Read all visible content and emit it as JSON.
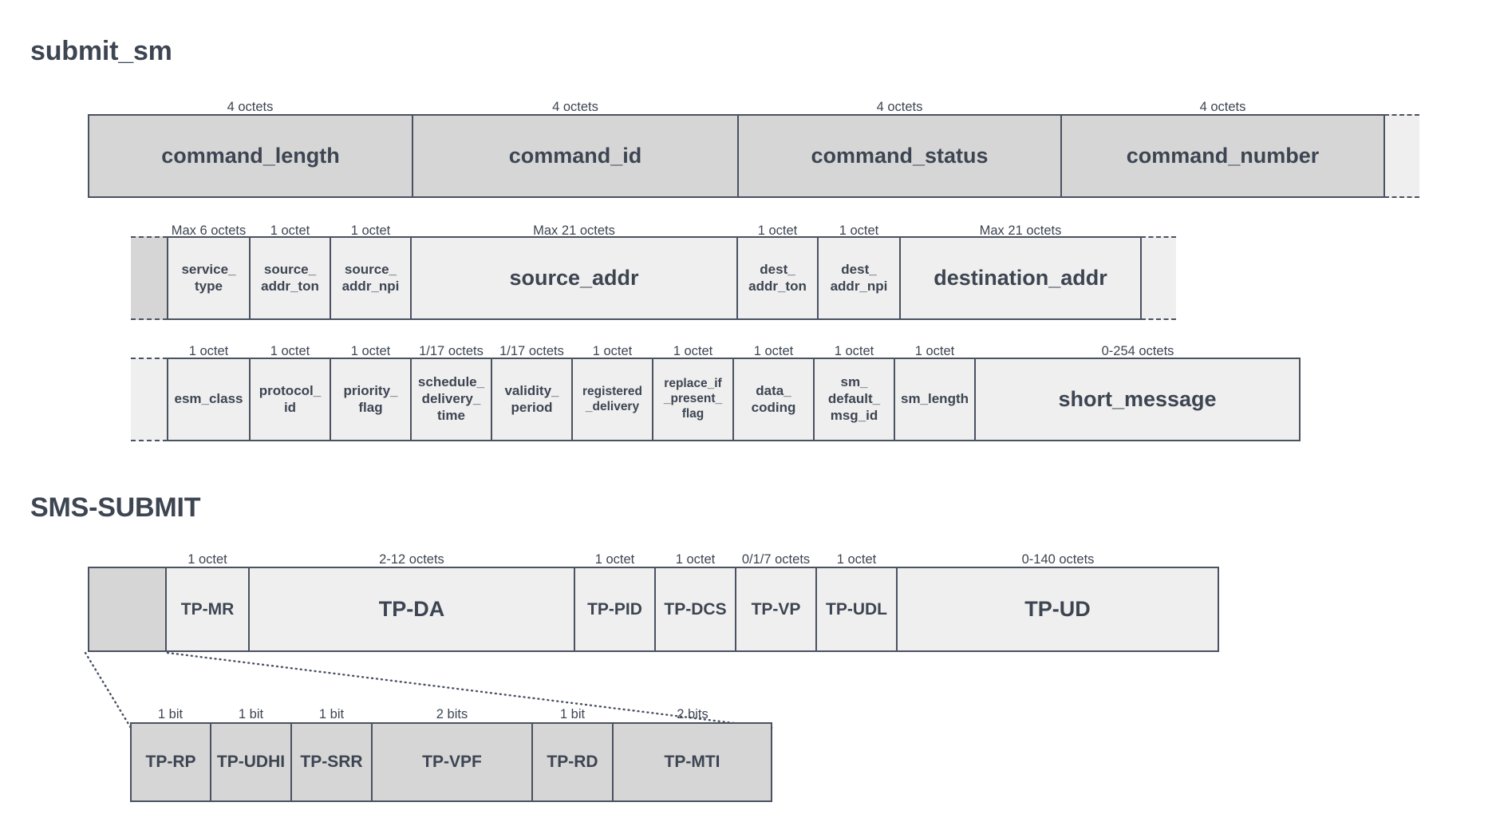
{
  "sections": [
    {
      "id": "submit_sm",
      "title": "submit_sm",
      "rows": [
        {
          "id": "header-row",
          "cells": [
            {
              "label": "command_length",
              "size": "4 octets",
              "fill": "dark",
              "kind": "box"
            },
            {
              "label": "command_id",
              "size": "4 octets",
              "fill": "dark",
              "kind": "box"
            },
            {
              "label": "command_status",
              "size": "4 octets",
              "fill": "dark",
              "kind": "box"
            },
            {
              "label": "command_number",
              "size": "4 octets",
              "fill": "dark",
              "kind": "box"
            },
            {
              "label": "",
              "size": "",
              "fill": "light",
              "kind": "stub-right"
            }
          ]
        },
        {
          "id": "address-row",
          "cells": [
            {
              "label": "",
              "size": "",
              "fill": "dark",
              "kind": "stub-left"
            },
            {
              "label": "service_\ntype",
              "size": "Max 6 octets",
              "fill": "light",
              "kind": "box"
            },
            {
              "label": "source_\naddr_ton",
              "size": "1 octet",
              "fill": "light",
              "kind": "box"
            },
            {
              "label": "source_\naddr_npi",
              "size": "1 octet",
              "fill": "light",
              "kind": "box"
            },
            {
              "label": "source_addr",
              "size": "Max 21 octets",
              "fill": "light",
              "kind": "box"
            },
            {
              "label": "dest_\naddr_ton",
              "size": "1 octet",
              "fill": "light",
              "kind": "box"
            },
            {
              "label": "dest_\naddr_npi",
              "size": "1 octet",
              "fill": "light",
              "kind": "box"
            },
            {
              "label": "destination_addr",
              "size": "Max 21 octets",
              "fill": "light",
              "kind": "box"
            },
            {
              "label": "",
              "size": "",
              "fill": "light",
              "kind": "stub-right"
            }
          ]
        },
        {
          "id": "body-row",
          "cells": [
            {
              "label": "",
              "size": "",
              "fill": "light",
              "kind": "stub-left"
            },
            {
              "label": "esm_class",
              "size": "1 octet",
              "fill": "light",
              "kind": "box"
            },
            {
              "label": "protocol_\nid",
              "size": "1 octet",
              "fill": "light",
              "kind": "box"
            },
            {
              "label": "priority_\nflag",
              "size": "1 octet",
              "fill": "light",
              "kind": "box"
            },
            {
              "label": "schedule_\ndelivery_\ntime",
              "size": "1/17 octets",
              "fill": "light",
              "kind": "box"
            },
            {
              "label": "validity_\nperiod",
              "size": "1/17 octets",
              "fill": "light",
              "kind": "box"
            },
            {
              "label": "registered\n_delivery",
              "size": "1 octet",
              "fill": "light",
              "kind": "box"
            },
            {
              "label": "replace_if\n_present_\nflag",
              "size": "1 octet",
              "fill": "light",
              "kind": "box"
            },
            {
              "label": "data_\ncoding",
              "size": "1 octet",
              "fill": "light",
              "kind": "box"
            },
            {
              "label": "sm_\ndefault_\nmsg_id",
              "size": "1 octet",
              "fill": "light",
              "kind": "box"
            },
            {
              "label": "sm_length",
              "size": "1 octet",
              "fill": "light",
              "kind": "box"
            },
            {
              "label": "short_message",
              "size": "0-254 octets",
              "fill": "light",
              "kind": "box"
            }
          ]
        }
      ]
    },
    {
      "id": "sms_submit",
      "title": "SMS-SUBMIT",
      "rows": [
        {
          "id": "tpdu-row",
          "cells": [
            {
              "label": "",
              "size": "",
              "fill": "dark",
              "kind": "box"
            },
            {
              "label": "TP-MR",
              "size": "1 octet",
              "fill": "light",
              "kind": "box"
            },
            {
              "label": "TP-DA",
              "size": "2-12 octets",
              "fill": "light",
              "kind": "box"
            },
            {
              "label": "TP-PID",
              "size": "1 octet",
              "fill": "light",
              "kind": "box"
            },
            {
              "label": "TP-DCS",
              "size": "1 octet",
              "fill": "light",
              "kind": "box"
            },
            {
              "label": "TP-VP",
              "size": "0/1/7 octets",
              "fill": "light",
              "kind": "box"
            },
            {
              "label": "TP-UDL",
              "size": "1 octet",
              "fill": "light",
              "kind": "box"
            },
            {
              "label": "TP-UD",
              "size": "0-140 octets",
              "fill": "light",
              "kind": "box"
            }
          ]
        },
        {
          "id": "flags-row",
          "cells": [
            {
              "label": "TP-RP",
              "size": "1 bit",
              "fill": "dark",
              "kind": "box"
            },
            {
              "label": "TP-UDHI",
              "size": "1 bit",
              "fill": "dark",
              "kind": "box"
            },
            {
              "label": "TP-SRR",
              "size": "1 bit",
              "fill": "dark",
              "kind": "box"
            },
            {
              "label": "TP-VPF",
              "size": "2 bits",
              "fill": "dark",
              "kind": "box"
            },
            {
              "label": "TP-RD",
              "size": "1 bit",
              "fill": "dark",
              "kind": "box"
            },
            {
              "label": "TP-MTI",
              "size": "2 bits",
              "fill": "dark",
              "kind": "box"
            }
          ]
        }
      ]
    }
  ],
  "colors": {
    "stroke": "#4a5160",
    "text": "#3d4552",
    "fill_dark": "#d6d6d6",
    "fill_light": "#efefef",
    "background": "#ffffff"
  }
}
